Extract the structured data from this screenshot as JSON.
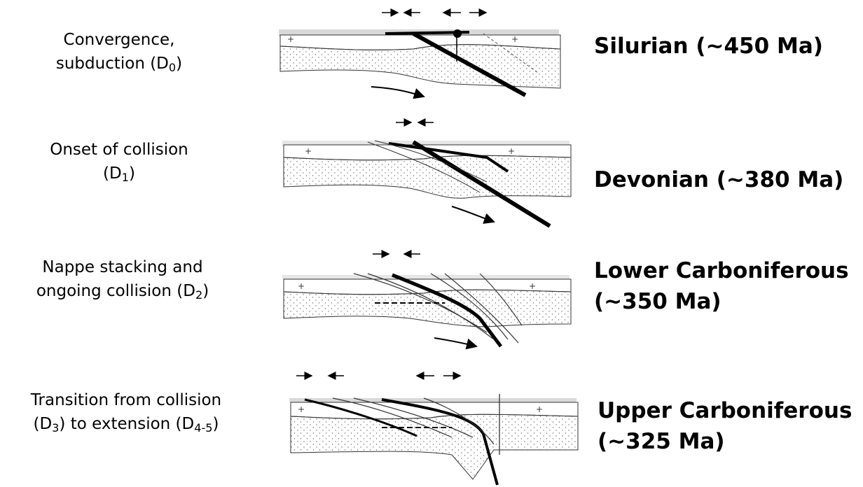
{
  "stages": [
    {
      "process_main": "Convergence,",
      "process_line2": "subduction (D",
      "process_sub": "0",
      "process_end": ")",
      "period": "Silurian (~450 Ma)"
    },
    {
      "process_main": "Onset of collision",
      "process_line2": "(D",
      "process_sub": "1",
      "process_end": ")",
      "period": "Devonian (~380 Ma)"
    },
    {
      "process_main": "Nappe stacking and",
      "process_line2": "ongoing collision (D",
      "process_sub": "2",
      "process_end": ")",
      "period_line1": "Lower Carboniferous",
      "period_line2": "(~350 Ma)"
    },
    {
      "process_main": "Transition from collision",
      "process_line2": "(D",
      "process_sub": "3",
      "process_mid": ") to extension (D",
      "process_sub2": "4-5",
      "process_end": ")",
      "period_line1": "Upper Carboniferous",
      "period_line2": "(~325 Ma)"
    }
  ]
}
